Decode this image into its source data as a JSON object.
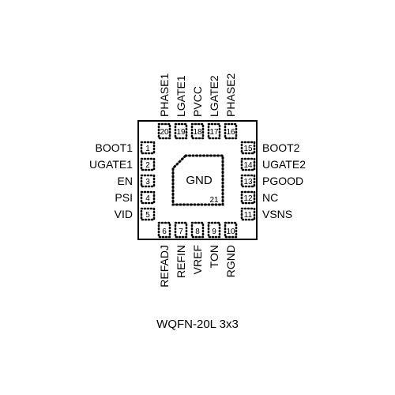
{
  "pins_top": [
    {
      "num": "20",
      "name": "PHASE1"
    },
    {
      "num": "19",
      "name": "LGATE1"
    },
    {
      "num": "18",
      "name": "PVCC"
    },
    {
      "num": "17",
      "name": "LGATE2"
    },
    {
      "num": "16",
      "name": "PHASE2"
    }
  ],
  "pins_left": [
    {
      "num": "1",
      "name": "BOOT1"
    },
    {
      "num": "2",
      "name": "UGATE1"
    },
    {
      "num": "3",
      "name": "EN"
    },
    {
      "num": "4",
      "name": "PSI"
    },
    {
      "num": "5",
      "name": "VID"
    }
  ],
  "pins_right": [
    {
      "num": "15",
      "name": "BOOT2"
    },
    {
      "num": "14",
      "name": "UGATE2"
    },
    {
      "num": "13",
      "name": "PGOOD"
    },
    {
      "num": "12",
      "name": "NC"
    },
    {
      "num": "11",
      "name": "VSNS"
    }
  ],
  "pins_bottom": [
    {
      "num": "6",
      "name": "REFADJ"
    },
    {
      "num": "7",
      "name": "REFIN"
    },
    {
      "num": "8",
      "name": "VREF"
    },
    {
      "num": "9",
      "name": "TON"
    },
    {
      "num": "10",
      "name": "RGND"
    }
  ],
  "center_pad": {
    "name": "GND",
    "num": "21"
  },
  "package_name": "WQFN-20L 3x3"
}
